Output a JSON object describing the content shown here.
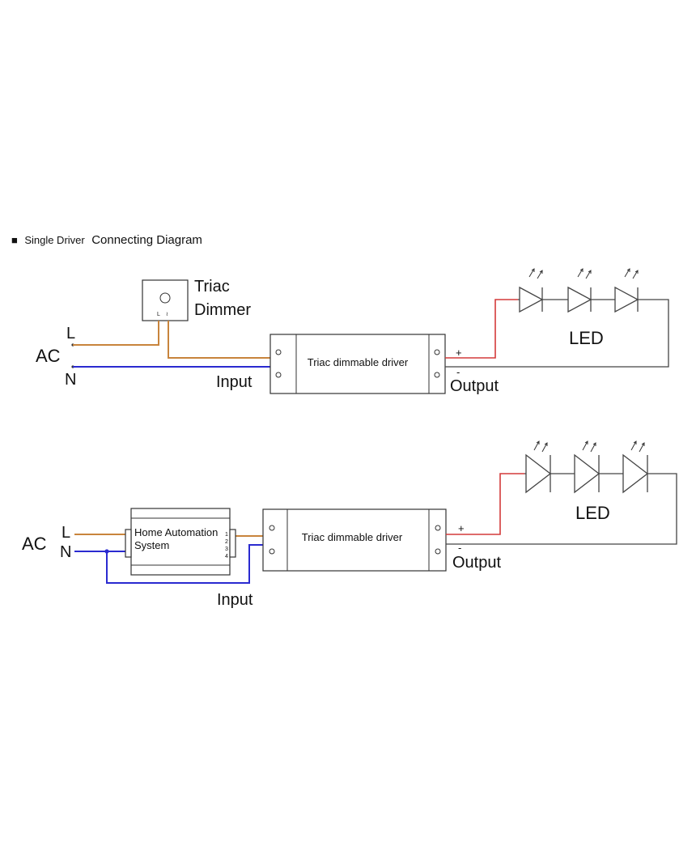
{
  "heading": {
    "bullet": "■",
    "small": "Single Driver",
    "large": "Connecting Diagram"
  },
  "diagram1": {
    "ac_label": "AC",
    "l_label": "L",
    "n_label": "N",
    "dimmer_title_line1": "Triac",
    "dimmer_title_line2": "Dimmer",
    "dimmer_terminal_l": "L",
    "dimmer_terminal_load": "≀",
    "driver_label": "Triac dimmable driver",
    "input_label": "Input",
    "output_label": "Output",
    "plus_label": "+",
    "minus_label": "-",
    "led_label": "LED"
  },
  "diagram2": {
    "ac_label": "AC",
    "l_label": "L",
    "n_label": "N",
    "automation_line1": "Home Automation",
    "automation_line2": "System",
    "terminal_numbers": [
      "1",
      "2",
      "3",
      "4"
    ],
    "driver_label": "Triac dimmable driver",
    "input_label": "Input",
    "output_label": "Output",
    "plus_label": "+",
    "minus_label": "-",
    "led_label": "LED"
  },
  "colors": {
    "live_wire": "#c8843c",
    "neutral_wire": "#2a2ad0",
    "positive_wire": "#d43a3a",
    "negative_wire": "#444444"
  }
}
